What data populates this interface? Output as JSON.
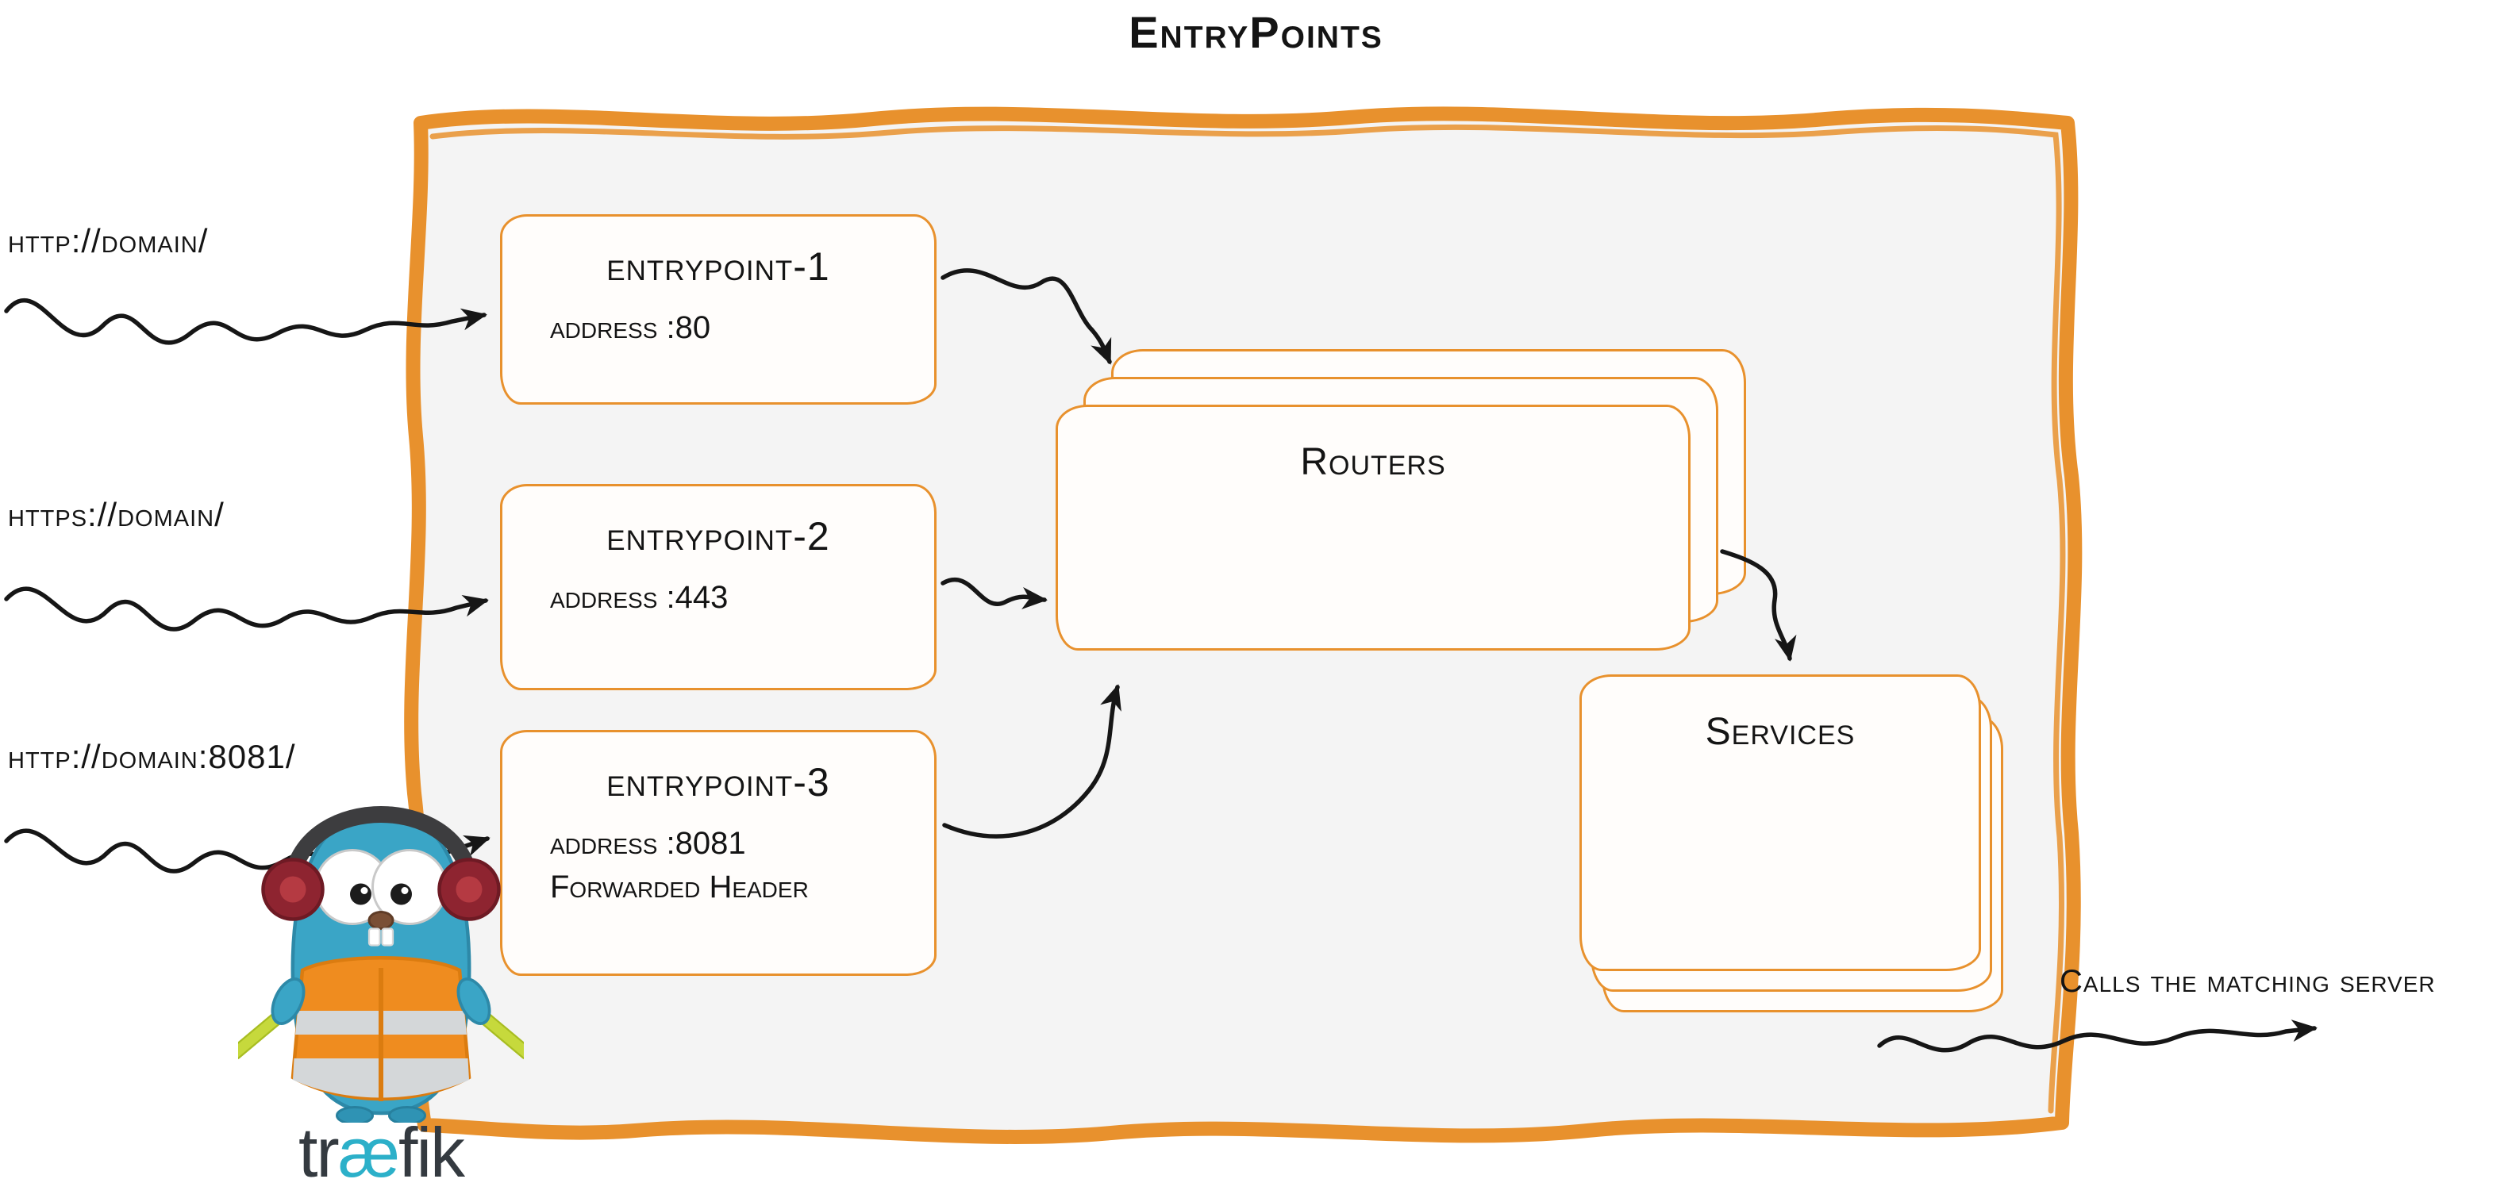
{
  "title": "EntryPoints",
  "inputs": [
    {
      "label": "http://domain/"
    },
    {
      "label": "https://domain/"
    },
    {
      "label": "http://domain:8081/"
    }
  ],
  "entrypoints": [
    {
      "name": "entrypoint-1",
      "address": "address :80"
    },
    {
      "name": "entrypoint-2",
      "address": "address :443"
    },
    {
      "name": "entrypoint-3",
      "address": "address :8081",
      "extra": "Forwarded Header"
    }
  ],
  "routers": {
    "label": "Routers"
  },
  "services": {
    "label": "Services"
  },
  "output": {
    "label": "Calls the matching server"
  },
  "logo": {
    "wordmark_prefix": "tr",
    "wordmark_ae": "æ",
    "wordmark_suffix": "fik"
  },
  "colors": {
    "boundary_orange": "#e8912d",
    "container_fill": "#f4f4f4",
    "arrow_black": "#161616",
    "gopher_blue": "#3aa5c6",
    "vest_orange": "#ef8c1f",
    "glowstick_green": "#c6d93c",
    "logo_teal": "#2cb0c9"
  }
}
